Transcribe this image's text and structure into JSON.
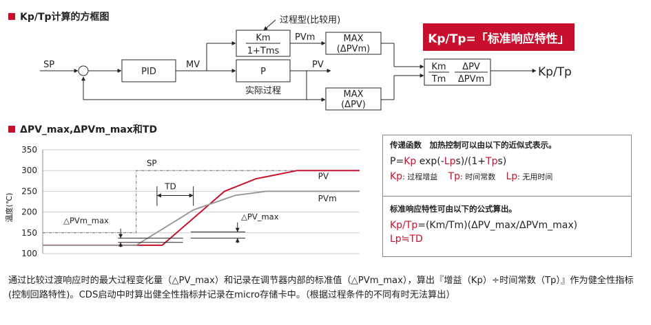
{
  "section1": {
    "title": "Kp/Tp计算的方框图"
  },
  "section2": {
    "title": "ΔPV_max,ΔPVm_max和TD"
  },
  "badge": {
    "text": "Kp/Tp=「标准响应特性」"
  },
  "block": {
    "process_model_label": "过程型(比较用)",
    "model_num": "Km",
    "model_den": "1+Tms",
    "pvm": "PVm",
    "max_pvm_1": "MAX",
    "max_pvm_2": "(ΔPVm)",
    "sp": "SP",
    "pid": "PID",
    "mv": "MV",
    "p": "P",
    "pv": "PV",
    "actual_process": "实际过程",
    "max_pv_1": "MAX",
    "max_pv_2": "(ΔPV)",
    "ratio_km": "Km",
    "ratio_tm": "Tm",
    "ratio_dpv": "ΔPV",
    "ratio_dpvm": "ΔPVm",
    "output": "Kp/Tp"
  },
  "chart_data": {
    "type": "line",
    "ylabel": "温度(℃)",
    "yticks": [
      "350",
      "300",
      "250",
      "200",
      "150",
      "100"
    ],
    "ylim": [
      100,
      350
    ],
    "series": [
      {
        "name": "SP",
        "x": [
          0,
          1.8,
          1.8,
          6.1
        ],
        "values": [
          150,
          150,
          300,
          300
        ]
      },
      {
        "name": "PV",
        "x": [
          0,
          2.3,
          3.5,
          4.1,
          4.9,
          6.1
        ],
        "values": [
          120,
          120,
          250,
          280,
          300,
          300
        ]
      },
      {
        "name": "PVm",
        "x": [
          0,
          1.8,
          2.9,
          3.7,
          4.3,
          6.1
        ],
        "values": [
          120,
          120,
          205,
          240,
          250,
          250
        ]
      }
    ],
    "annotations": {
      "sp": "SP",
      "pv": "PV",
      "pvm": "PVm",
      "td": "TD",
      "dpvm_max": "△PVm_max",
      "dpv_max": "△PV_max"
    }
  },
  "info1": {
    "heading": "传递函数　加热控制可以由以下的近似式表示。",
    "formula": {
      "a": "P=",
      "b": "Kp",
      "c": " exp(-",
      "d": "Lp",
      "e": "s)/(1+",
      "f": "Tp",
      "g": "s)"
    },
    "legend": {
      "kp": "Kp",
      "kp_desc": ": 过程增益",
      "tp": "Tp",
      "tp_desc": ": 时间常数",
      "lp": "Lp",
      "lp_desc": ": 无用时间"
    }
  },
  "info2": {
    "heading": "标准响应特性可由以下的公式算出。",
    "formula1": {
      "a": "Kp/Tp",
      "b": "=(Km/Tm)(ΔPV_max/ΔPVm_max)"
    },
    "formula2": "Lp≒TD"
  },
  "description": "通过比较过渡响应时的最大过程变化量（△PV_max）和记录在调节器内部的标准值（△PVm_max），算出『增益（Kp）÷时间常数（Tp）』作为健全性指标(控制回路特性)。CDS启动中时算出健全性指标并记录在micro存储卡中。（根据过程条件的不同有时无法算出）",
  "colors": {
    "accent": "#c8102e",
    "pvm_line": "#999999"
  }
}
